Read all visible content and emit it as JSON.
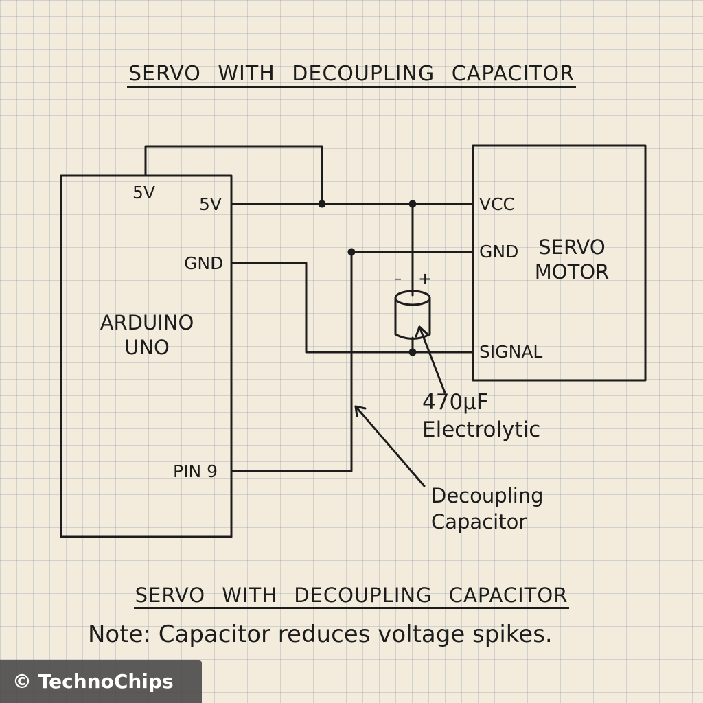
{
  "title": "SERVO  WITH  DECOUPLING  CAPACITOR",
  "footer_title": "SERVO  WITH  DECOUPLING  CAPACITOR",
  "note": "Note: Capacitor reduces voltage spikes.",
  "watermark": "© TechnoChips",
  "arduino": {
    "name": "ARDUINO\nUNO",
    "top_pin": "5V",
    "pins": {
      "v5": "5V",
      "gnd": "GND",
      "pin9": "PIN 9"
    }
  },
  "servo": {
    "name": "SERVO\nMOTOR",
    "pins": {
      "vcc": "VCC",
      "gnd": "GND",
      "signal": "SIGNAL"
    }
  },
  "capacitor": {
    "minus": "–",
    "plus": "+",
    "label": "470µF\nElectrolytic"
  },
  "annotation": "Decoupling\nCapacitor",
  "colors": {
    "ink": "#1c1c1c",
    "paper": "#f3ecdc",
    "grid": "#8ca0b4"
  }
}
